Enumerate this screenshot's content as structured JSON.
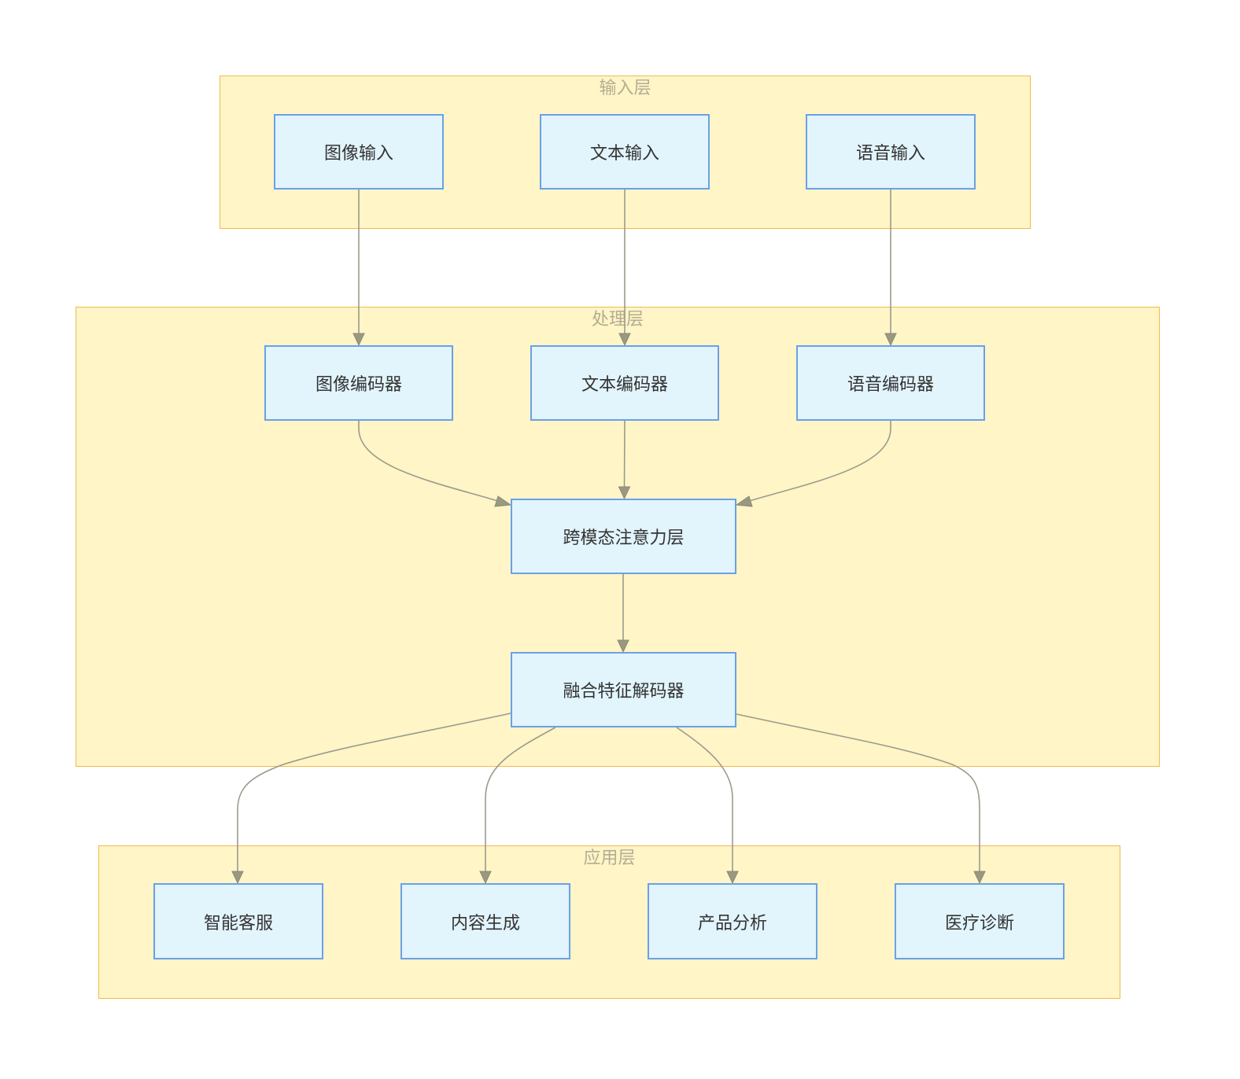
{
  "clusters": {
    "input": {
      "title": "输入层"
    },
    "process": {
      "title": "处理层"
    },
    "app": {
      "title": "应用层"
    }
  },
  "nodes": {
    "image_input": "图像输入",
    "text_input": "文本输入",
    "speech_input": "语音输入",
    "image_encoder": "图像编码器",
    "text_encoder": "文本编码器",
    "speech_encoder": "语音编码器",
    "cross_attention": "跨模态注意力层",
    "fusion_decoder": "融合特征解码器",
    "smart_service": "智能客服",
    "content_generation": "内容生成",
    "product_analysis": "产品分析",
    "medical_diagnosis": "医疗诊断"
  },
  "edges": [
    {
      "from": "image_input",
      "to": "image_encoder"
    },
    {
      "from": "text_input",
      "to": "text_encoder"
    },
    {
      "from": "speech_input",
      "to": "speech_encoder"
    },
    {
      "from": "image_encoder",
      "to": "cross_attention"
    },
    {
      "from": "text_encoder",
      "to": "cross_attention"
    },
    {
      "from": "speech_encoder",
      "to": "cross_attention"
    },
    {
      "from": "cross_attention",
      "to": "fusion_decoder"
    },
    {
      "from": "fusion_decoder",
      "to": "smart_service"
    },
    {
      "from": "fusion_decoder",
      "to": "content_generation"
    },
    {
      "from": "fusion_decoder",
      "to": "product_analysis"
    },
    {
      "from": "fusion_decoder",
      "to": "medical_diagnosis"
    }
  ]
}
